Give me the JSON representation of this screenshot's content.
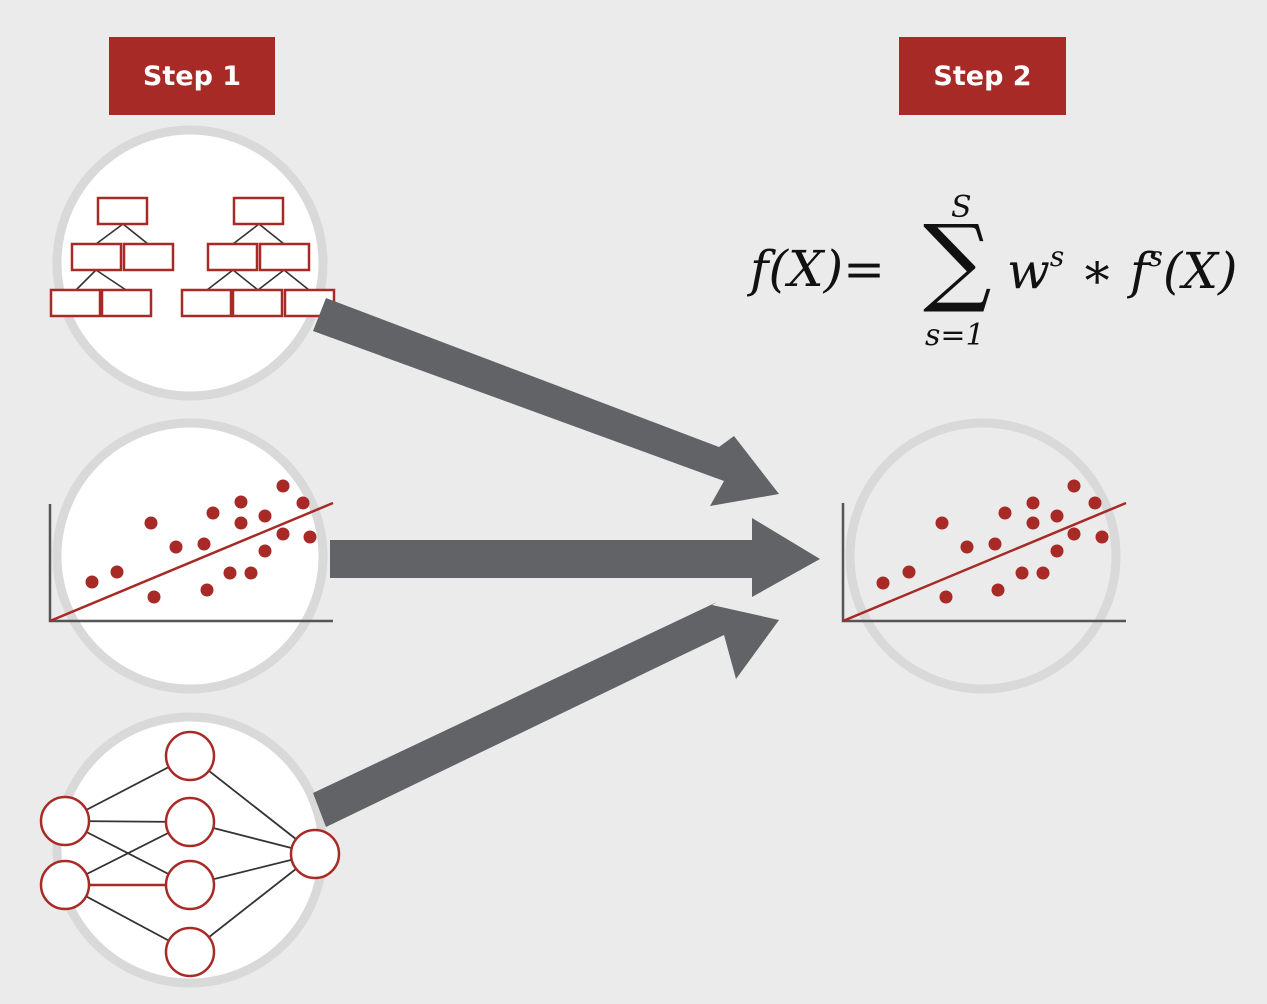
{
  "steps": {
    "step1_label": "Step 1",
    "step2_label": "Step 2"
  },
  "formula": {
    "lhs": "f(X)=",
    "sum_upper": "S",
    "sum_lower": "s=1",
    "rhs_w": "w",
    "rhs_sup1": "s",
    "rhs_mid": " ∗ f",
    "rhs_sup2": "s",
    "rhs_end": "(X)"
  },
  "colors": {
    "background": "#ebebeb",
    "accent": "#a82a26",
    "arrow": "#616366",
    "circle_border": "#d9d9d9"
  },
  "icons": [
    "decision-trees-icon",
    "linear-regression-icon",
    "neural-network-icon",
    "ensemble-regression-icon"
  ]
}
